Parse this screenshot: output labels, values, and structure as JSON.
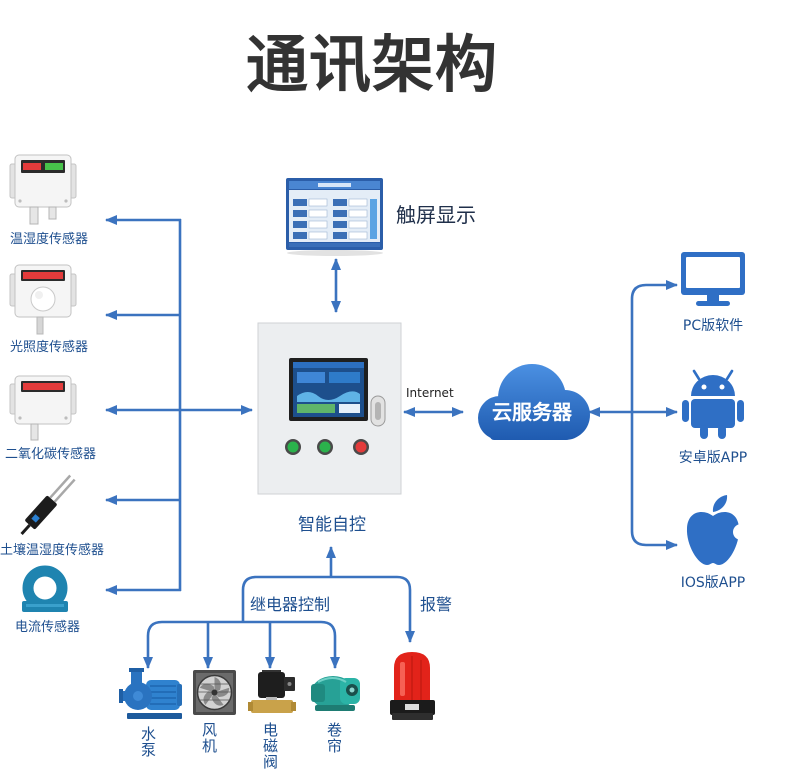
{
  "title": "通讯架构",
  "sensors": [
    {
      "label": "温湿度传感器"
    },
    {
      "label": "光照度传感器"
    },
    {
      "label": "二氧化碳传感器"
    },
    {
      "label": "土壤温湿度传感器"
    },
    {
      "label": "电流传感器"
    }
  ],
  "touchscreen": {
    "label": "触屏显示"
  },
  "network": {
    "internet_label": "Internet"
  },
  "cloud": {
    "label": "云服务器"
  },
  "clients": [
    {
      "label": "PC版软件",
      "icon": "monitor-icon"
    },
    {
      "label": "安卓版APP",
      "icon": "android-icon"
    },
    {
      "label": "IOS版APP",
      "icon": "apple-icon"
    }
  ],
  "control": {
    "auto_label": "智能自控",
    "relay_label": "继电器控制",
    "alarm_label": "报警"
  },
  "devices": [
    {
      "label": "水泵"
    },
    {
      "label": "风机"
    },
    {
      "label": "电磁阀"
    },
    {
      "label": "卷帘"
    }
  ],
  "colors": {
    "line": "#3b73bf",
    "label": "#1e4f8f",
    "title": "#333333",
    "cloud_top": "#4b90e2",
    "cloud_bottom": "#1f5bb0",
    "icon": "#2f6fc5"
  }
}
